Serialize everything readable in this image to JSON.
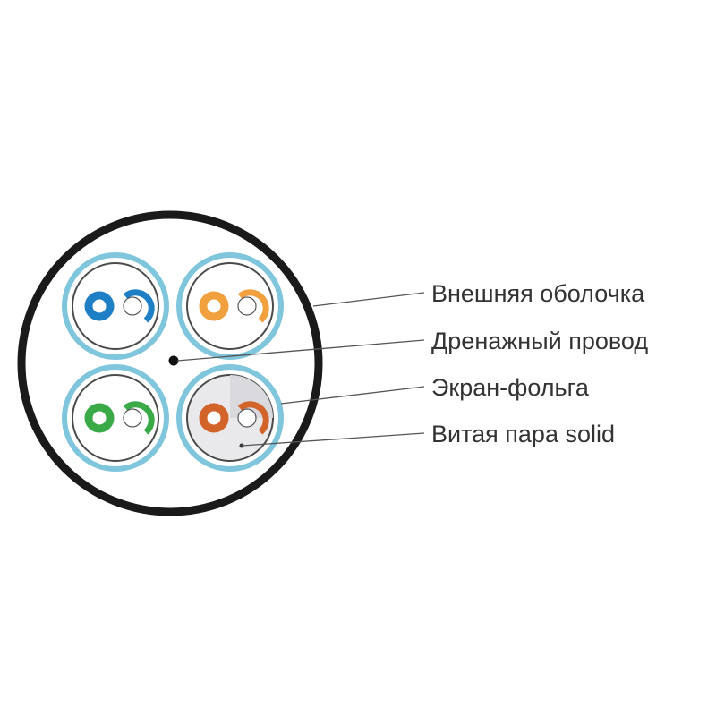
{
  "labels": [
    {
      "key": "outer_jacket",
      "text": "Внешняя оболочка"
    },
    {
      "key": "drain_wire",
      "text": "Дренажный провод"
    },
    {
      "key": "foil_shield",
      "text": "Экран-фольга"
    },
    {
      "key": "twisted_pair",
      "text": "Витая пара solid"
    }
  ],
  "colors": {
    "jacket": "#1a1a1a",
    "shield": "#7fc6dc",
    "pair_ring": "#4a4a4a",
    "leader_line": "#555555",
    "pairs": {
      "blue": "#1e7fc4",
      "orange": "#f0a03c",
      "green": "#3aaa48",
      "brown": "#d2642a"
    }
  }
}
